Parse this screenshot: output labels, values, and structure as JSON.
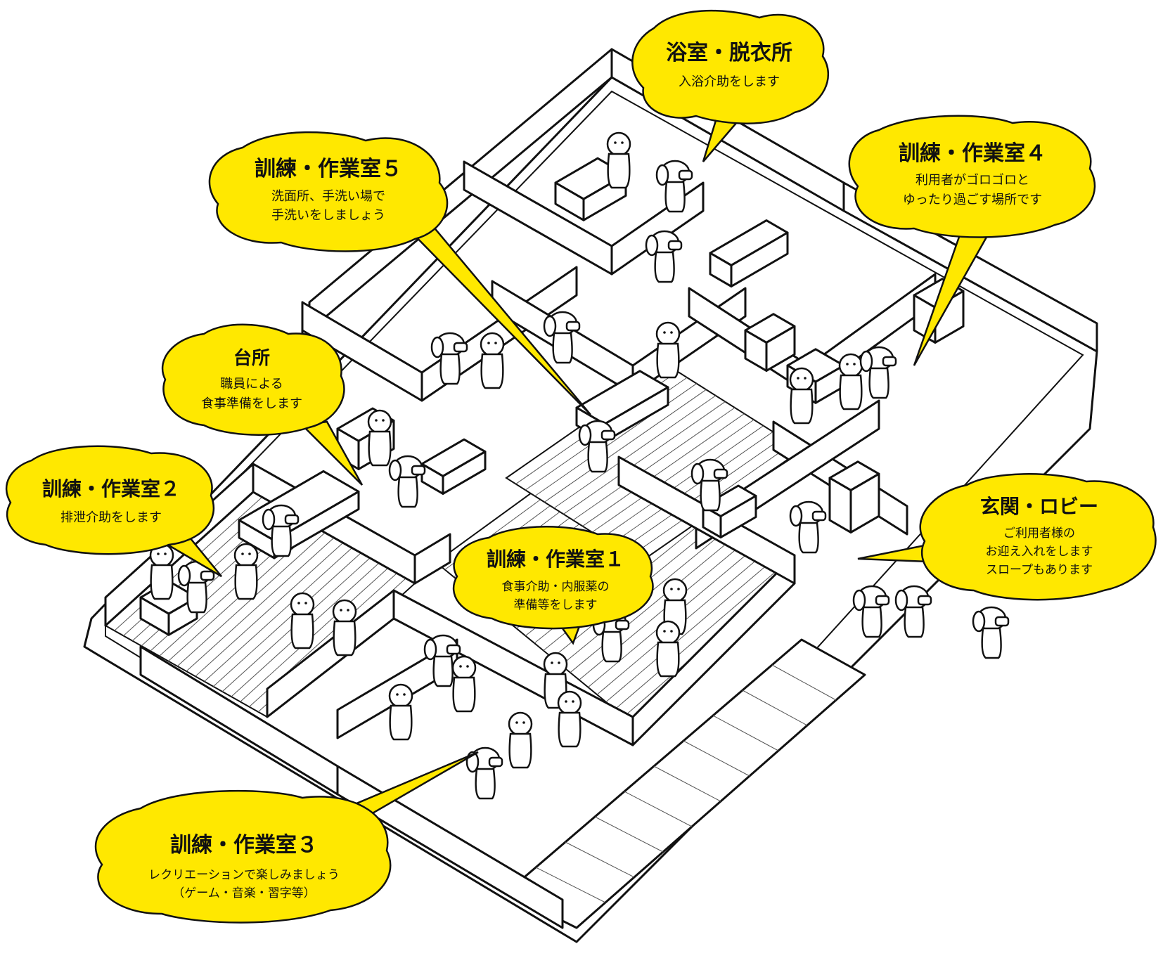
{
  "colors": {
    "bubble_fill": "#FFE800",
    "bubble_stroke": "#111111",
    "line": "#111111",
    "background": "#FFFFFF"
  },
  "callouts": [
    {
      "id": "bathroom",
      "title": "浴室・脱衣所",
      "lines": [
        "入浴介助をします"
      ]
    },
    {
      "id": "room5",
      "title": "訓練・作業室５",
      "lines": [
        "洗面所、手洗い場で",
        "手洗いをしましょう"
      ]
    },
    {
      "id": "room4",
      "title": "訓練・作業室４",
      "lines": [
        "利用者がゴロゴロと",
        "ゆったり過ごす場所です"
      ]
    },
    {
      "id": "kitchen",
      "title": "台所",
      "lines": [
        "職員による",
        "食事準備をします"
      ]
    },
    {
      "id": "room2",
      "title": "訓練・作業室２",
      "lines": [
        "排泄介助をします"
      ]
    },
    {
      "id": "room1",
      "title": "訓練・作業室１",
      "lines": [
        "食事介助・内服薬の",
        "準備等をします"
      ]
    },
    {
      "id": "lobby",
      "title": "玄関・ロビー",
      "lines": [
        "ご利用者様の",
        "お迎え入れをします",
        "スロープもあります"
      ]
    },
    {
      "id": "room3",
      "title": "訓練・作業室３",
      "lines": [
        "レクリエーションで楽しみましょう",
        "（ゲーム・音楽・習字等）"
      ]
    }
  ]
}
